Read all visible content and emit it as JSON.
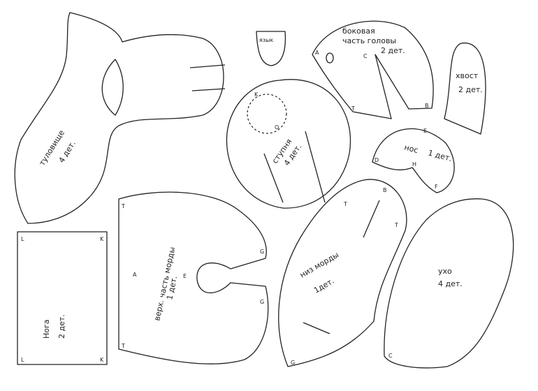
{
  "pieces": {
    "body": {
      "name": "туловище",
      "count": "4 дет."
    },
    "tongue": {
      "name": "язык"
    },
    "head_side": {
      "name1": "боковая",
      "name2": "часть головы",
      "count": "2 дет."
    },
    "tail": {
      "name": "хвост",
      "count": "2 дет."
    },
    "foot": {
      "name": "ступня",
      "count": "4 дет."
    },
    "nose": {
      "name": "нос",
      "count": "1 дет."
    },
    "leg": {
      "name": "Нога",
      "count": "2 дет."
    },
    "muzzle_top": {
      "name": "верх. часть морды",
      "count": "1 дет."
    },
    "muzzle_bottom": {
      "name": "низ морды",
      "count": "1дет."
    },
    "ear": {
      "name": "ухо",
      "count": "4 дет."
    }
  },
  "marks": {
    "A": "A",
    "C": "C",
    "T": "T",
    "B": "B",
    "K": "K",
    "O": "O",
    "E": "E",
    "H": "H",
    "D": "D",
    "F": "F",
    "L": "L",
    "G": "G"
  }
}
